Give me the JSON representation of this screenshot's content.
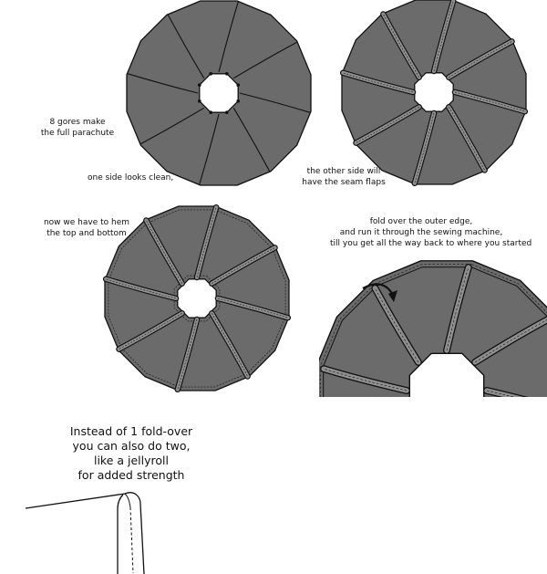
{
  "captions": {
    "gores": [
      "8 gores make",
      "the full parachute"
    ],
    "clean_side": "one side looks clean,",
    "seam_side": [
      "the other side will",
      "have the seam flaps"
    ],
    "hem": [
      "now we have to hem",
      "the top and bottom"
    ],
    "fold": [
      "fold over the outer edge,",
      "and run it through the sewing machine,",
      "till you get all the way back to where you started"
    ],
    "jellyroll": [
      "Instead of 1 fold-over",
      "you can also do two,",
      "like a jellyroll",
      "for added strength"
    ]
  },
  "colors": {
    "fabric": "#6b6b6b",
    "outline": "#111111",
    "background": "#ffffff"
  }
}
